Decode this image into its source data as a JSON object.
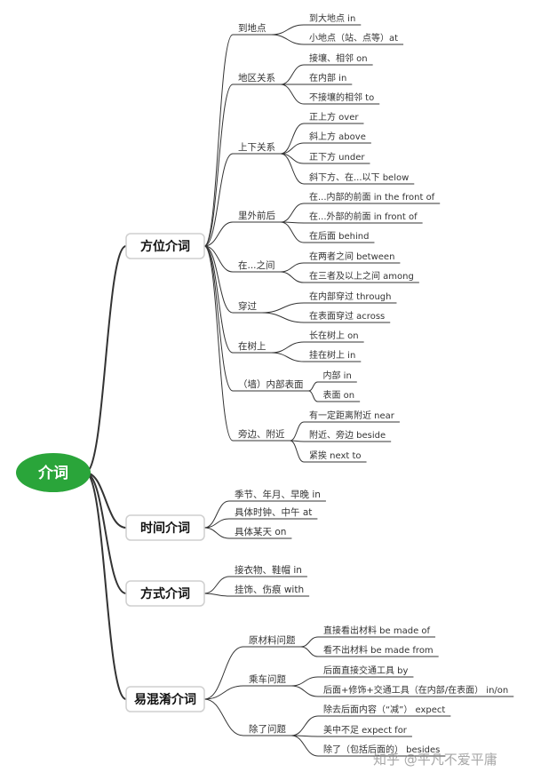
{
  "root": "介词",
  "branches": [
    {
      "label": "方位介词",
      "children": [
        {
          "label": "到地点",
          "children": [
            "到大地点  in",
            "小地点（站、点等）at"
          ]
        },
        {
          "label": "地区关系",
          "children": [
            "接壤、相邻  on",
            "在内部      in",
            "不接壤的相邻  to"
          ]
        },
        {
          "label": "上下关系",
          "children": [
            "正上方    over",
            "斜上方    above",
            "正下方    under",
            "斜下方、在...以下    below"
          ]
        },
        {
          "label": "里外前后",
          "children": [
            "在...内部的前面   in the front of",
            "在...外部的前面  in front of",
            "在后面      behind"
          ]
        },
        {
          "label": "在...之间",
          "children": [
            "在两者之间  between",
            "在三者及以上之间  among"
          ]
        },
        {
          "label": "穿过",
          "children": [
            "在内部穿过  through",
            "在表面穿过  across"
          ]
        },
        {
          "label": "在树上",
          "children": [
            "长在树上  on",
            "挂在树上  in"
          ]
        },
        {
          "label": "（墙）内部表面",
          "children": [
            "内部  in",
            "表面  on"
          ]
        },
        {
          "label": "旁边、附近",
          "children": [
            "有一定距离附近   near",
            "附近、旁边  beside",
            "紧挨  next to"
          ]
        }
      ]
    },
    {
      "label": "时间介词",
      "children": [
        {
          "label": "季节、年月、早晚     in"
        },
        {
          "label": "具体时钟、中午      at"
        },
        {
          "label": "具体某天      on"
        }
      ]
    },
    {
      "label": "方式介词",
      "children": [
        {
          "label": "接衣物、鞋帽    in"
        },
        {
          "label": "挂饰、伤痕  with"
        }
      ]
    },
    {
      "label": "易混淆介词",
      "children": [
        {
          "label": "原材料问题",
          "children": [
            "直接看出材料    be made of",
            "看不出材料    be  made  from"
          ]
        },
        {
          "label": "乘车问题",
          "children": [
            "后面直接交通工具  by",
            "后面+修饰+交通工具（在内部/在表面）   in/on"
          ]
        },
        {
          "label": "除了问题",
          "children": [
            "除去后面内容（“减”）  expect",
            "美中不足    expect  for",
            "除了（包括后面的）  besides"
          ]
        }
      ]
    }
  ],
  "watermark": "知乎 @平凡不爱平庸",
  "colors": {
    "root": "#2aa53a",
    "line": "#333333",
    "node_border": "#cfcfcf"
  }
}
